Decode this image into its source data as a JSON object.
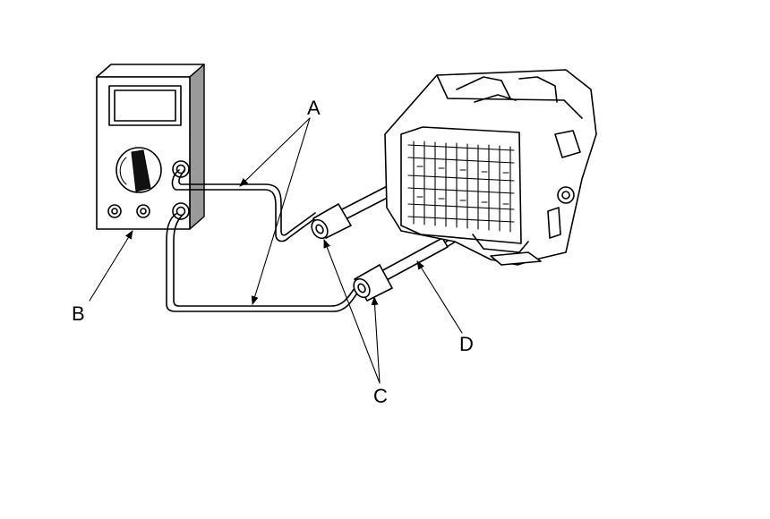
{
  "callouts": {
    "a": "A",
    "b": "B",
    "c": "C",
    "d": "D"
  },
  "colors": {
    "line": "#000000",
    "background": "#ffffff",
    "shade": "#9a9a9a"
  }
}
